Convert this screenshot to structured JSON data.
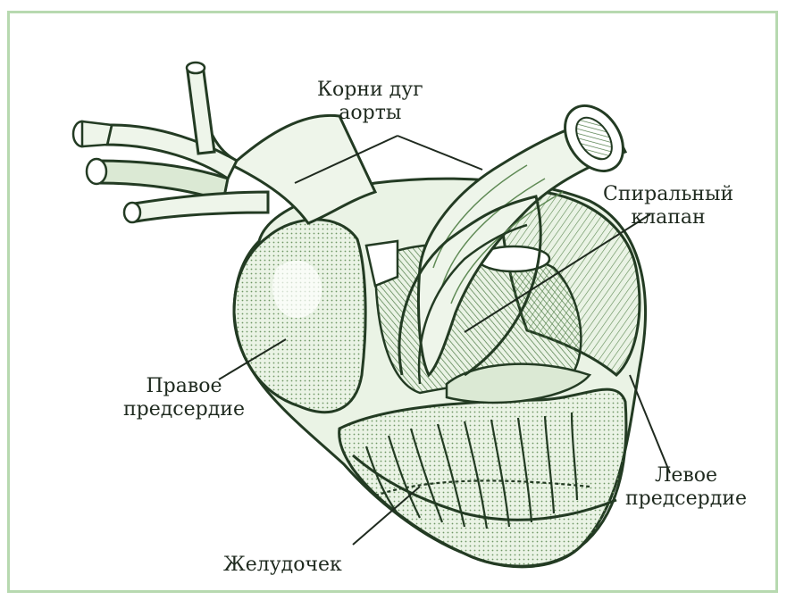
{
  "colors": {
    "frame_border": "#b7d9b0",
    "ink": "#233b23",
    "fill_light": "#e8f1e3",
    "fill_mid": "#cfe2c6",
    "fill_dark": "#7fa374"
  },
  "labels": {
    "aortic_roots": {
      "line1": "Корни дуг",
      "line2": "аорты"
    },
    "spiral_valve": {
      "line1": "Спиральный",
      "line2": "клапан"
    },
    "right_atrium": {
      "line1": "Правое",
      "line2": "предсердие"
    },
    "left_atrium": {
      "line1": "Левое",
      "line2": "предсердие"
    },
    "ventricle": "Желудочек"
  }
}
